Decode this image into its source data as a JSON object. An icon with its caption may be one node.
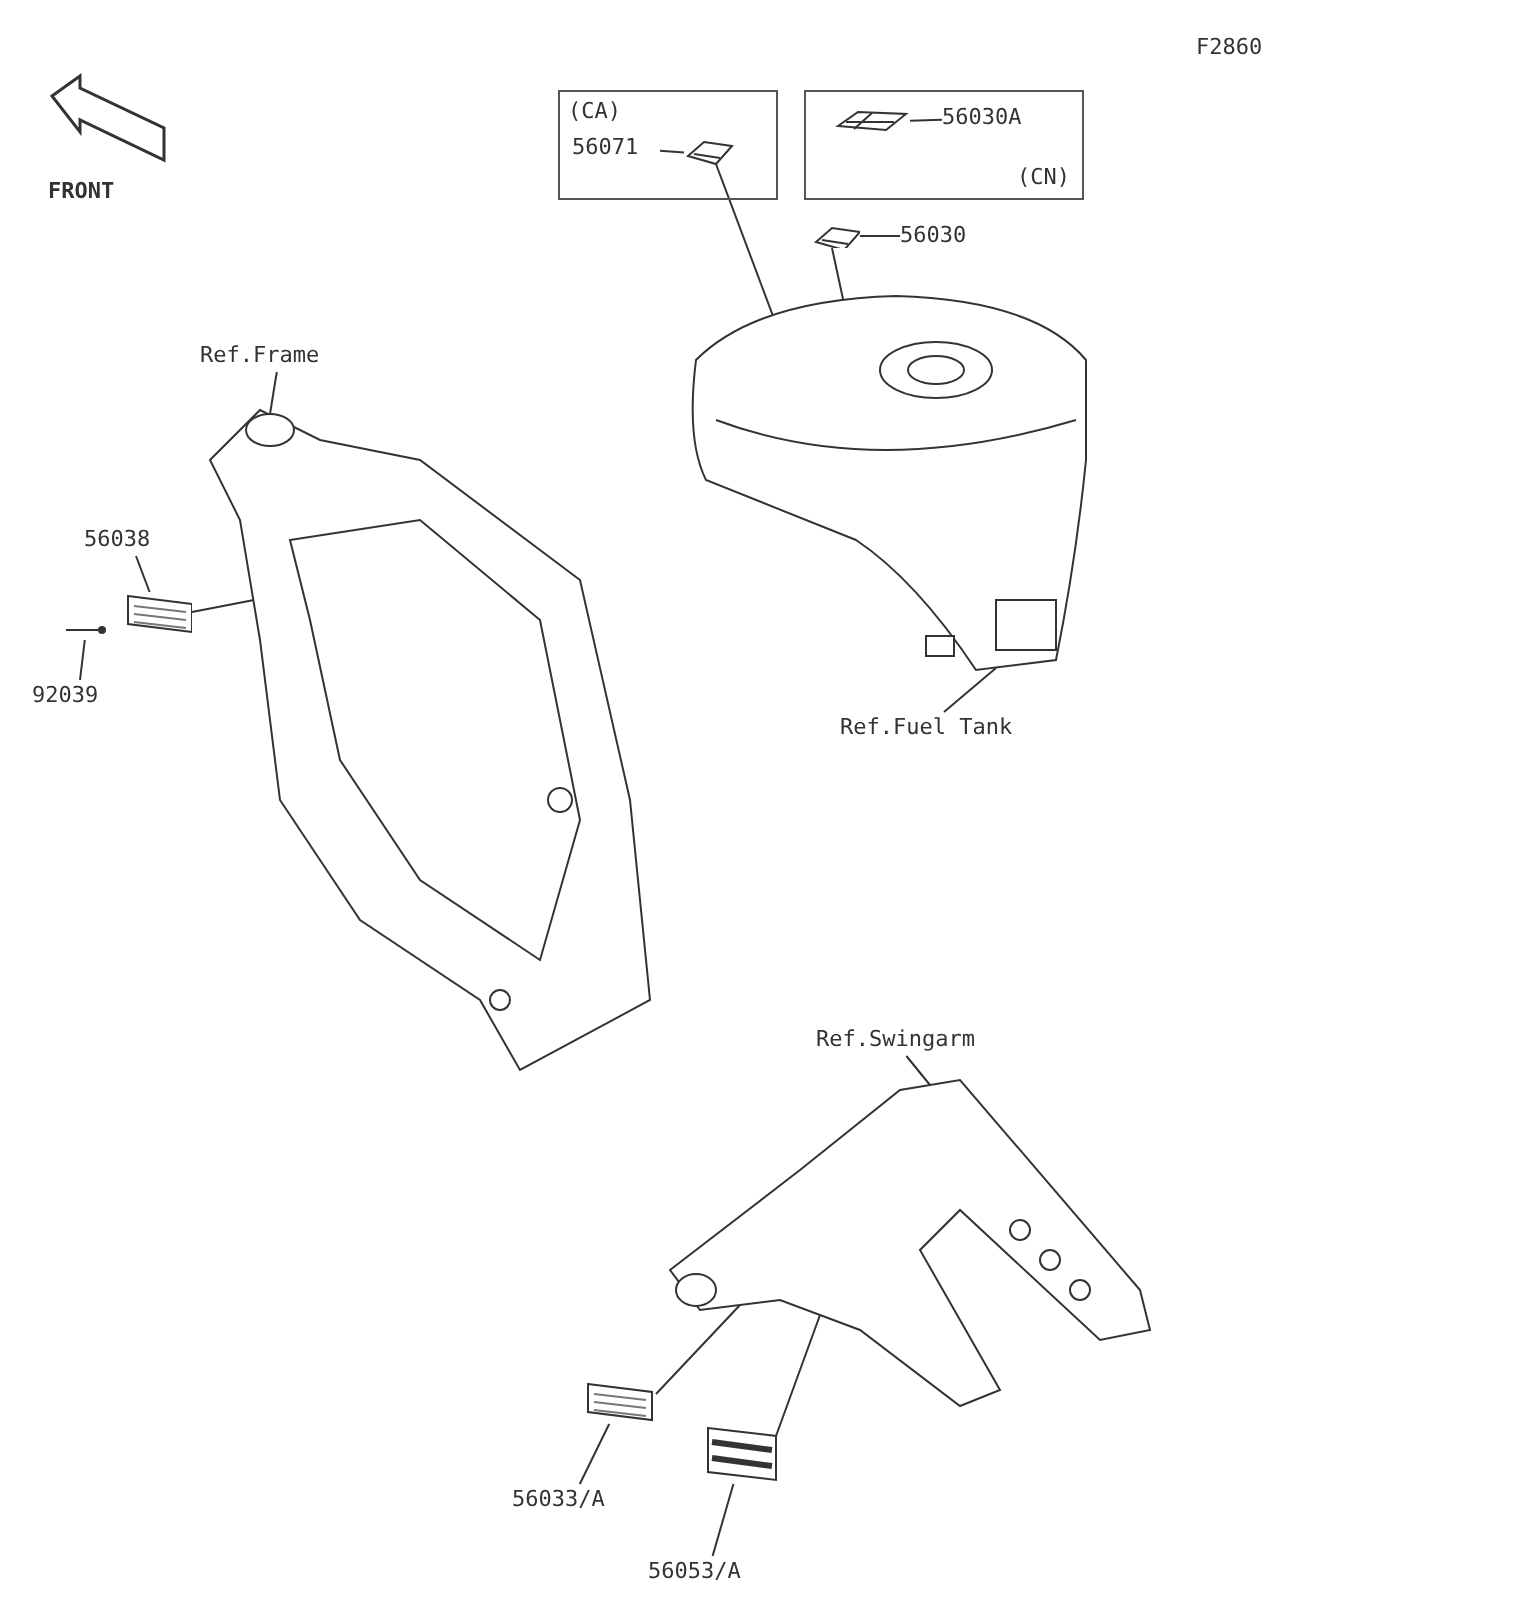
{
  "diagram": {
    "nodes": [
      {
        "text": [
          "(CA)"
        ]
      },
      {
        "text": [
          "56071"
        ],
        "in": 0
      },
      {
        "text": [],
        "shape": "picture",
        "in": 0
      },
      {
        "text": [
          "(CN)"
        ]
      },
      {
        "text": [
          "56030A"
        ],
        "in": 3
      },
      {
        "text": [],
        "shape": "picture",
        "in": 3
      },
      {
        "text": [
          "56030"
        ]
      },
      {
        "text": [],
        "shape": "picture"
      },
      {
        "text": [],
        "shape": "picture"
      },
      {
        "text": [
          "Ref.Frame"
        ]
      },
      {
        "text": [],
        "shape": "picture"
      },
      {
        "text": [
          "56038"
        ]
      },
      {
        "text": [],
        "shape": "picture"
      },
      {
        "text": [
          "92039"
        ]
      },
      {
        "text": [],
        "shape": "picture"
      },
      {
        "text": [
          "Ref.Fuel Tank"
        ]
      },
      {
        "text": [
          "Ref.Swingarm"
        ]
      },
      {
        "text": [],
        "shape": "picture"
      },
      {
        "text": [
          "56033/A"
        ]
      },
      {
        "text": [],
        "shape": "picture"
      },
      {
        "text": [
          "56053/A"
        ]
      },
      {
        "text": [],
        "shape": "picture"
      }
    ],
    "edges": [
      {
        "from": 1,
        "to": 2,
        "arrow": "none"
      },
      {
        "from": 2,
        "to": 8,
        "arrow": "none"
      },
      {
        "from": 4,
        "to": 5,
        "arrow": "none"
      },
      {
        "from": 6,
        "to": 7,
        "arrow": "none"
      },
      {
        "from": 7,
        "to": 8,
        "arrow": "none"
      },
      {
        "from": 9,
        "to": 10,
        "arrow": "none"
      },
      {
        "from": 11,
        "to": 12,
        "arrow": "none"
      },
      {
        "from": 12,
        "to": 10,
        "arrow": "none"
      },
      {
        "from": 13,
        "to": 14,
        "arrow": "none"
      },
      {
        "from": 15,
        "to": 8,
        "arrow": "none"
      },
      {
        "from": 16,
        "to": 17,
        "arrow": "none"
      },
      {
        "from": 18,
        "to": 19,
        "arrow": "none"
      },
      {
        "from": 19,
        "to": 17,
        "arrow": "none"
      },
      {
        "from": 20,
        "to": 21,
        "arrow": "none"
      },
      {
        "from": 21,
        "to": 17,
        "arrow": "none"
      }
    ],
    "labels": [
      "F2860",
      "FRONT"
    ]
  }
}
